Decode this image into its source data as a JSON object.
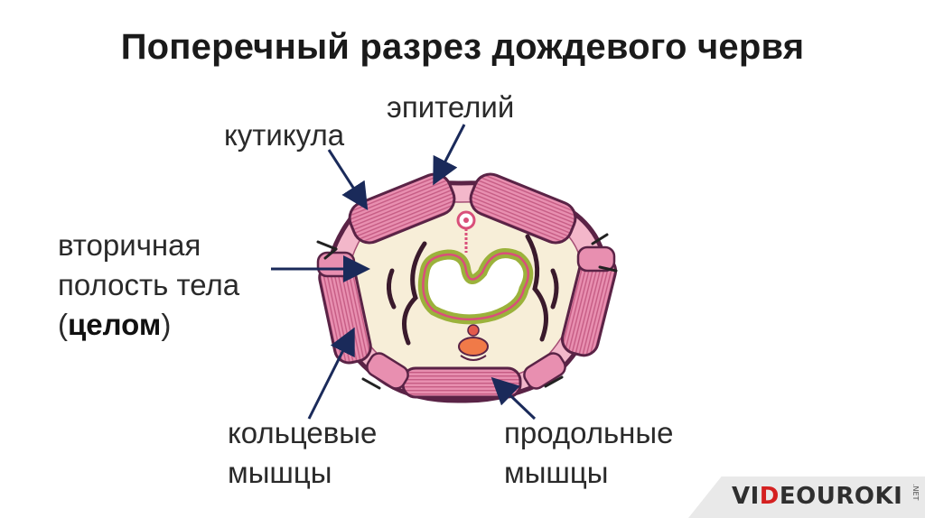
{
  "title": "Поперечный разрез дождевого червя",
  "labels": {
    "epithelium": "эпителий",
    "cuticle": "кутикула",
    "coelom_line1": "вторичная",
    "coelom_line2": "полость тела",
    "coelom_open": "(",
    "coelom_bold": "целом",
    "coelom_close": ")",
    "ring_line1": "кольцевые",
    "ring_line2": "мышцы",
    "long_line1": "продольные",
    "long_line2": "мышцы"
  },
  "logo": {
    "prefix": "VI",
    "accent": "D",
    "suffix": "EOUROKI",
    "net": ".NET"
  },
  "colors": {
    "outline": "#5a2346",
    "muscle": "#e58aa9",
    "muscle_stripe": "#c8577f",
    "coelom": "#f7eed8",
    "gut_wall": "#9bb23b",
    "gut_inner": "#d94f7a",
    "arrow": "#1a2a5a"
  }
}
